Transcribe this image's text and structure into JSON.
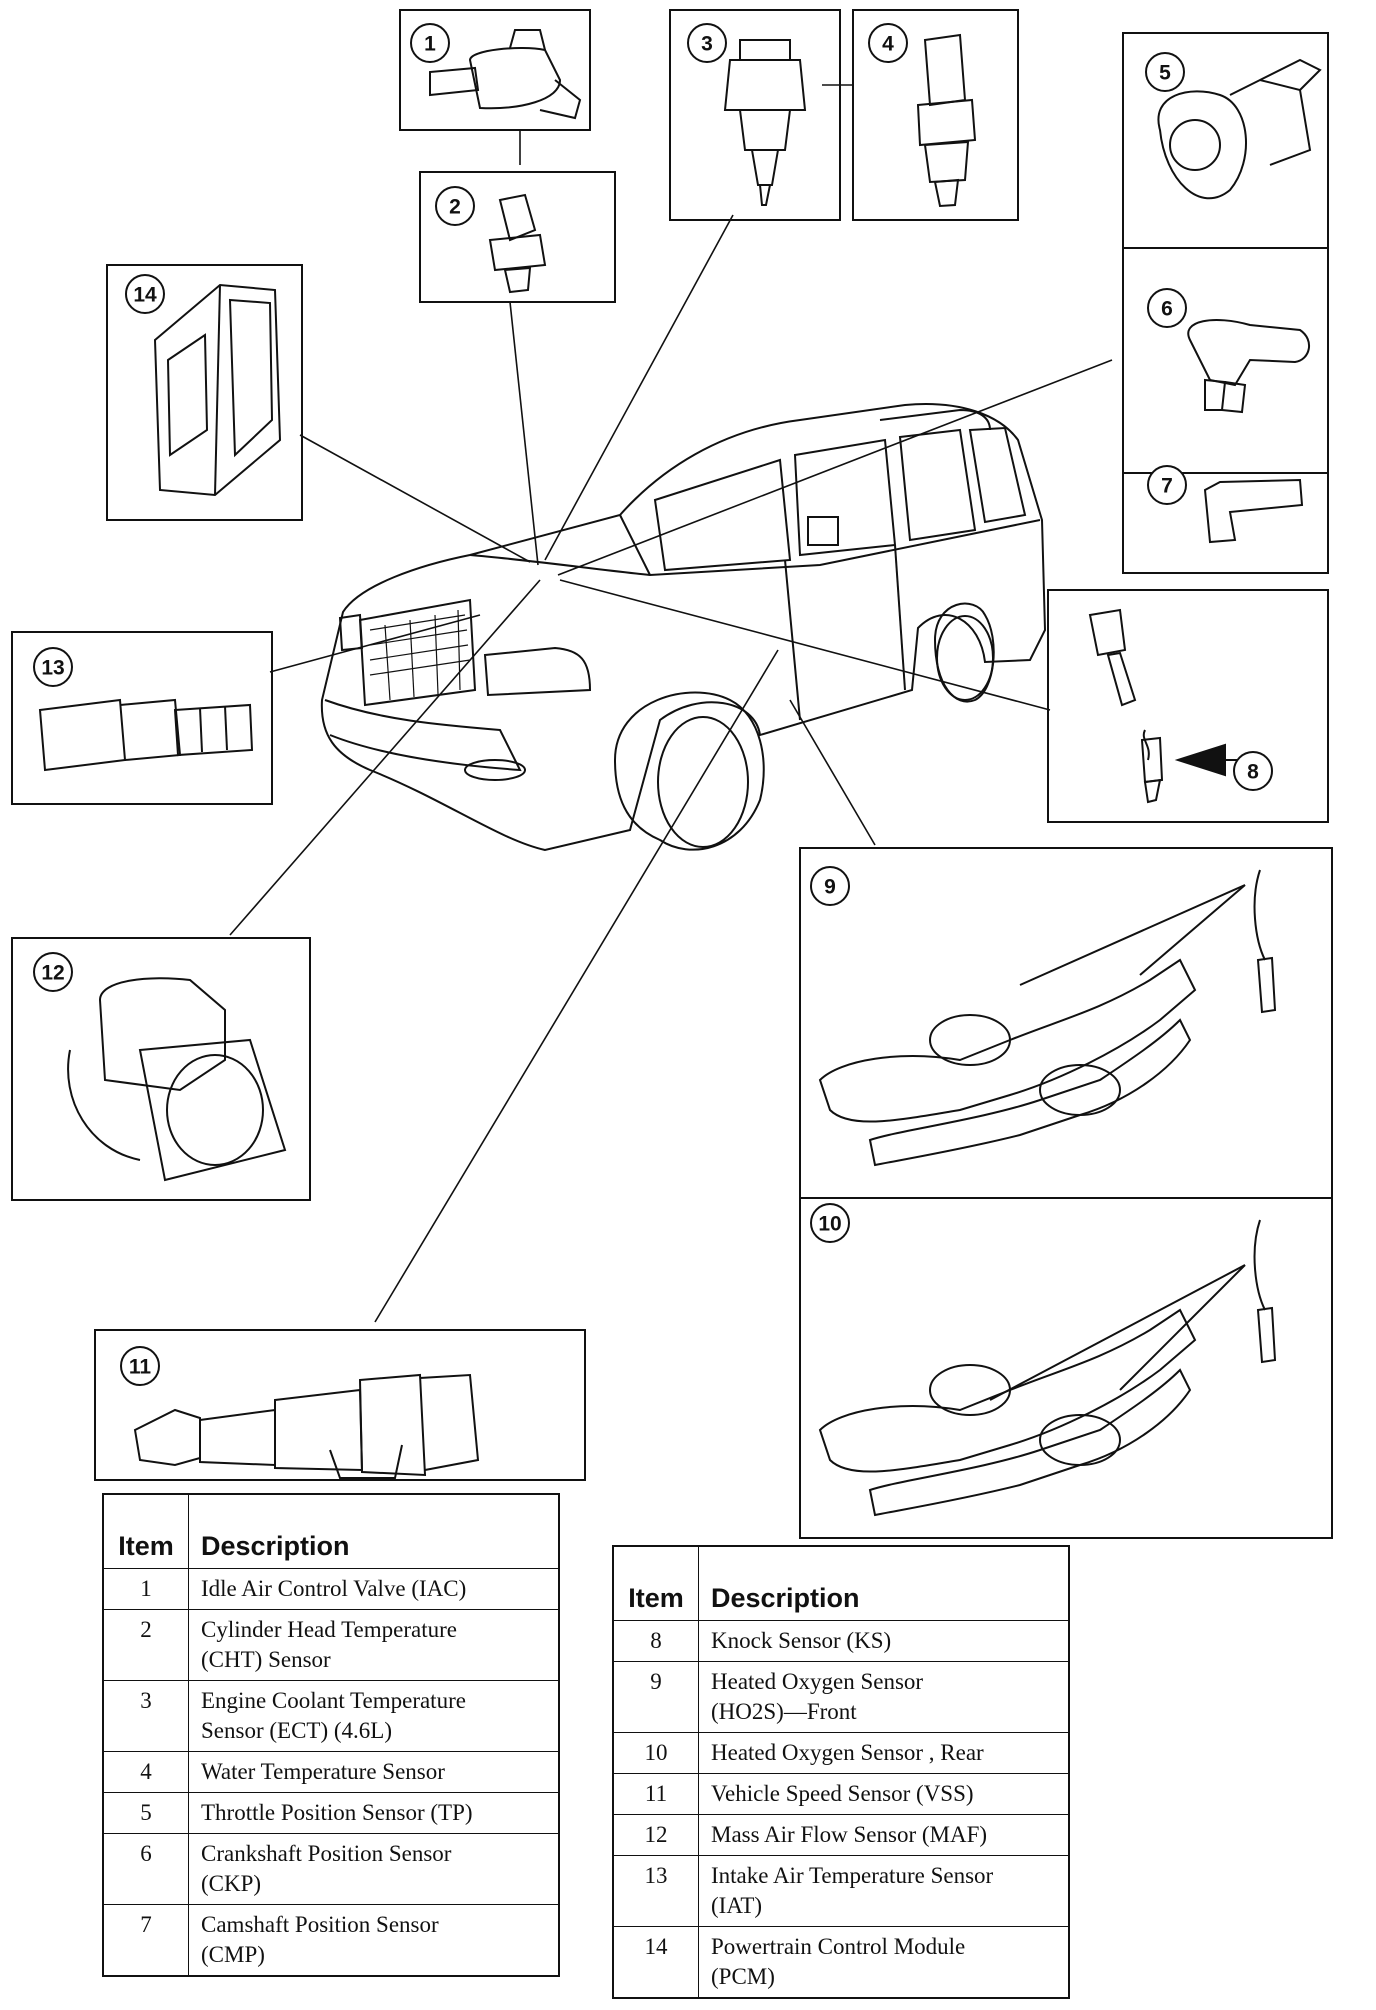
{
  "callouts": {
    "c1": "1",
    "c2": "2",
    "c3": "3",
    "c4": "4",
    "c5": "5",
    "c6": "6",
    "c7": "7",
    "c8": "8",
    "c9": "9",
    "c10": "10",
    "c11": "11",
    "c12": "12",
    "c13": "13",
    "c14": "14"
  },
  "tables": {
    "left": {
      "headers": {
        "item": "Item",
        "description": "Description"
      },
      "rows": [
        {
          "item": "1",
          "description": "Idle Air Control Valve  (IAC)"
        },
        {
          "item": "2",
          "description": "Cylinder Head Temperature\n(CHT) Sensor"
        },
        {
          "item": "3",
          "description": "Engine Coolant Temperature\nSensor (ECT) (4.6L)"
        },
        {
          "item": "4",
          "description": "Water Temperature Sensor"
        },
        {
          "item": "5",
          "description": "Throttle Position Sensor (TP)"
        },
        {
          "item": "6",
          "description": "Crankshaft Position Sensor\n(CKP)"
        },
        {
          "item": "7",
          "description": "Camshaft Position Sensor\n(CMP)"
        }
      ]
    },
    "right": {
      "headers": {
        "item": "Item",
        "description": "Description"
      },
      "rows": [
        {
          "item": "8",
          "description": "Knock Sensor  (KS)"
        },
        {
          "item": "9",
          "description": "Heated Oxygen Sensor\n(HO2S)—Front"
        },
        {
          "item": "10",
          "description": "Heated Oxygen Sensor , Rear"
        },
        {
          "item": "11",
          "description": "Vehicle Speed Sensor  (VSS)"
        },
        {
          "item": "12",
          "description": "Mass Air Flow Sensor (MAF)"
        },
        {
          "item": "13",
          "description": "Intake Air Temperature Sensor\n(IAT)"
        },
        {
          "item": "14",
          "description": "Powertrain Control Module\n(PCM)"
        }
      ]
    }
  }
}
